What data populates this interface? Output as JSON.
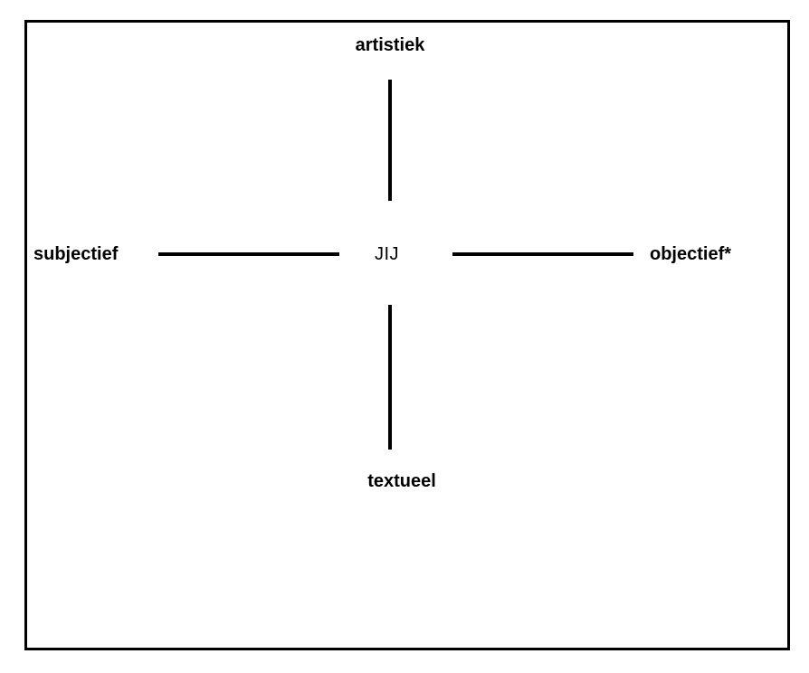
{
  "diagram": {
    "type": "two-axis-quadrant-cross",
    "center_label": "JIJ",
    "axes": {
      "vertical": {
        "top_label": "artistiek",
        "bottom_label": "textueel"
      },
      "horizontal": {
        "left_label": "subjectief",
        "right_label": "objectief*"
      }
    },
    "colors": {
      "background": "#ffffff",
      "line": "#000000",
      "text": "#000000",
      "frame": "#000000"
    }
  }
}
